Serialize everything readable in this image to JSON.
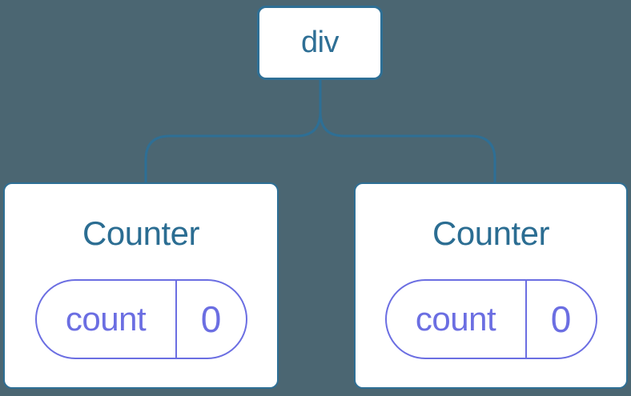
{
  "diagram": {
    "type": "component-tree",
    "background_color": "#4b6672",
    "colors": {
      "node_border_blue": "#2e6f95",
      "node_text_blue": "#2b6d92",
      "state_purple": "#6b6ee2",
      "card_background": "#ffffff"
    },
    "tree": {
      "root": {
        "label": "div"
      },
      "children": [
        {
          "title": "Counter",
          "state": {
            "key": "count",
            "value": "0"
          }
        },
        {
          "title": "Counter",
          "state": {
            "key": "count",
            "value": "0"
          }
        }
      ]
    }
  }
}
